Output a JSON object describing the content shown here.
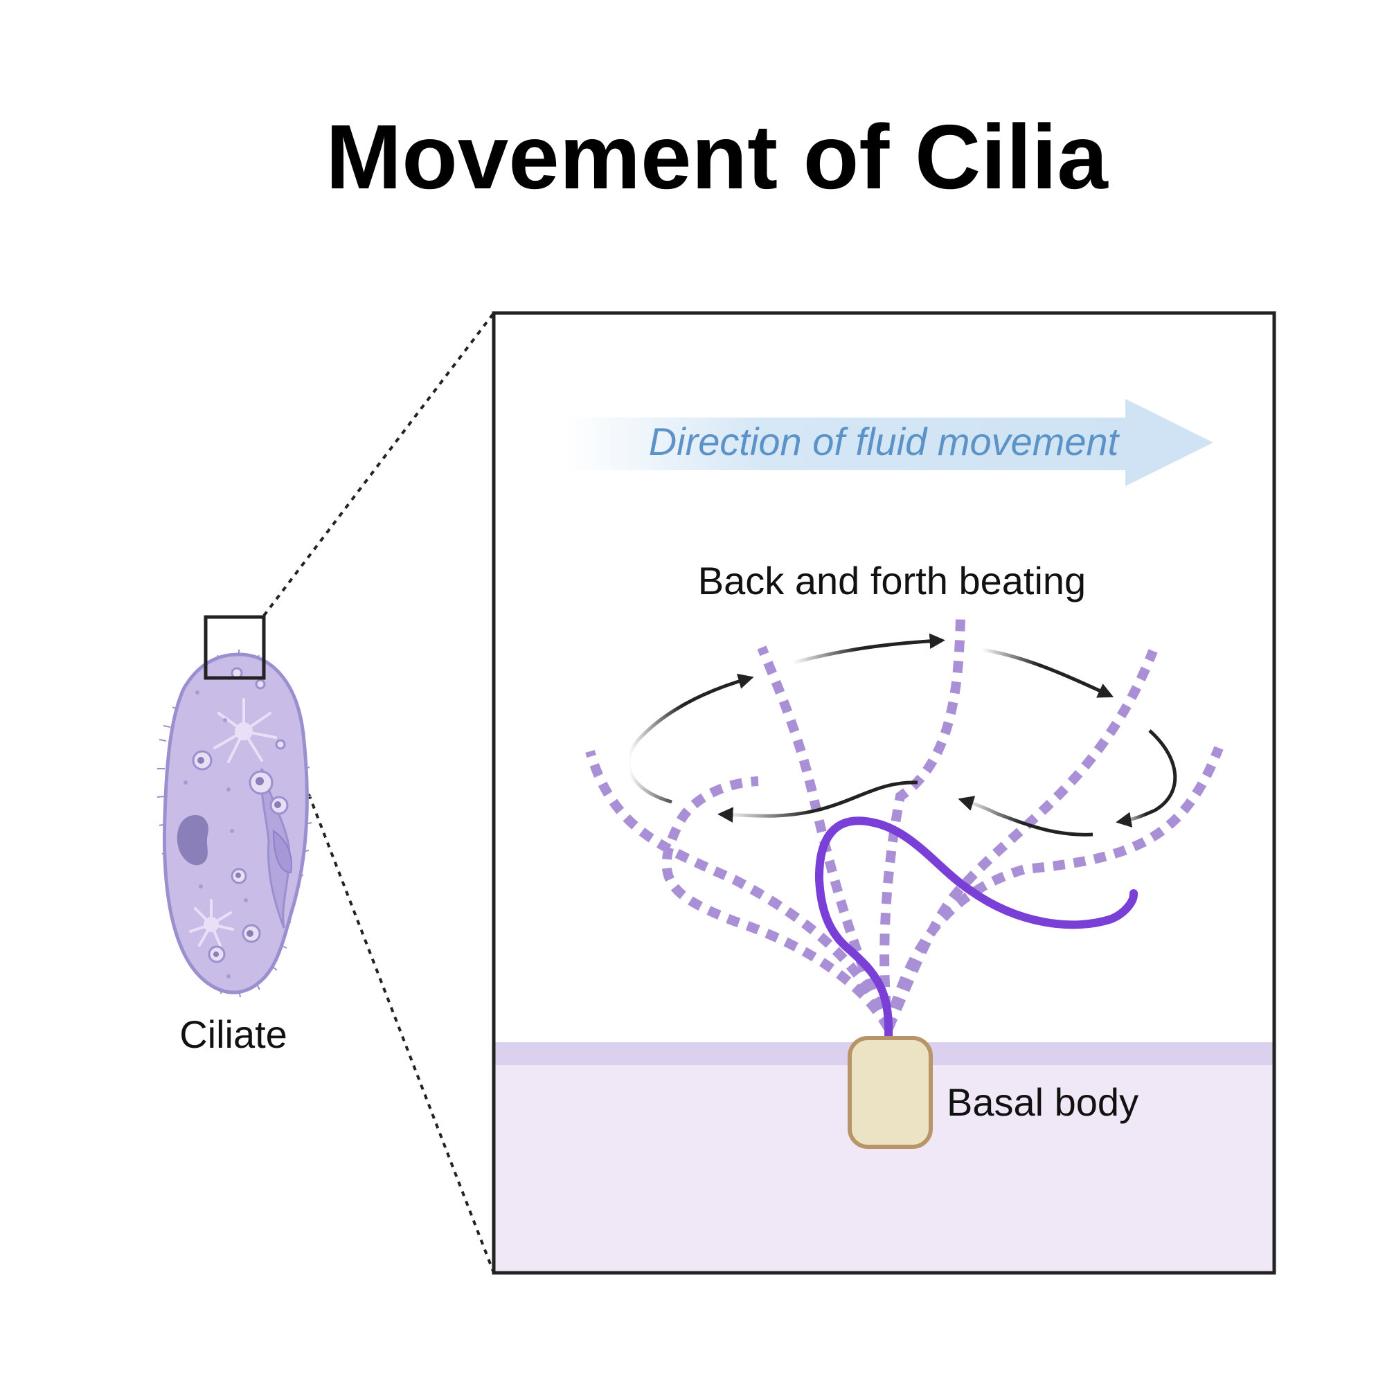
{
  "title": "Movement of Cilia",
  "labels": {
    "ciliate": "Ciliate",
    "fluid_direction": "Direction of fluid movement",
    "beating": "Back and forth beating",
    "basal_body": "Basal body"
  },
  "colors": {
    "cilium_active": "#7a3fd6",
    "cilium_positions": "#a98fd6",
    "cell_membrane": "#dcd0ef",
    "cytoplasm": "#f0e8f6",
    "basal_body_fill": "#ebe3c3",
    "basal_body_stroke": "#b89468",
    "ciliate_body": "#c9bde8",
    "ciliate_outline": "#9c8fd0",
    "fluid_arrow": "#cfe3f4",
    "fluid_text": "#5b93c9"
  },
  "icons": {
    "ciliate": "ciliate-organism-icon",
    "basal_body": "basal-body-icon",
    "fluid_arrow": "right-arrow-icon"
  }
}
